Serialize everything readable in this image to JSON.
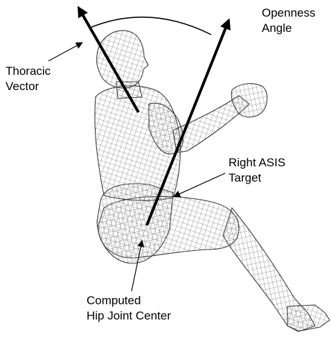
{
  "labels": {
    "openness_angle": [
      "Openness",
      "Angle"
    ],
    "thoracic_vector": [
      "Thoracic",
      "Vector"
    ],
    "right_asis_target": [
      "Right ASIS",
      "Target"
    ],
    "computed_hip_joint_center": [
      "Computed",
      "Hip Joint Center"
    ]
  },
  "colors": {
    "ink": "#000000",
    "mesh": "#7a7a7a",
    "mesh_dark": "#3c3c3c",
    "background": "#ffffff"
  }
}
